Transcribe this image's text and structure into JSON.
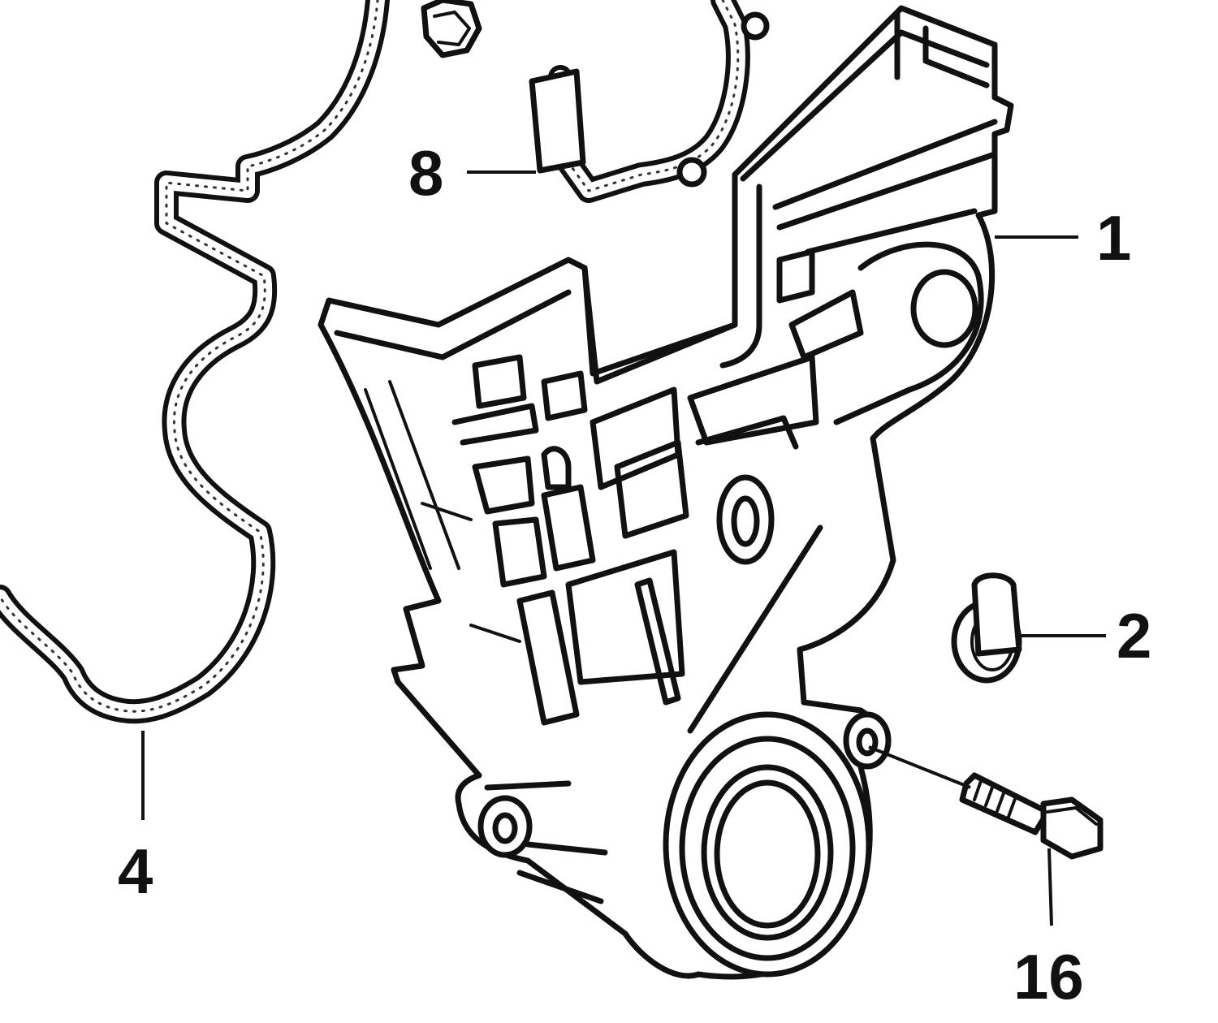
{
  "callouts": [
    {
      "id": "1",
      "text": "1"
    },
    {
      "id": "2",
      "text": "2"
    },
    {
      "id": "4",
      "text": "4"
    },
    {
      "id": "8",
      "text": "8"
    },
    {
      "id": "16",
      "text": "16"
    }
  ],
  "colors": {
    "line": "#111111",
    "background": "#ffffff"
  }
}
